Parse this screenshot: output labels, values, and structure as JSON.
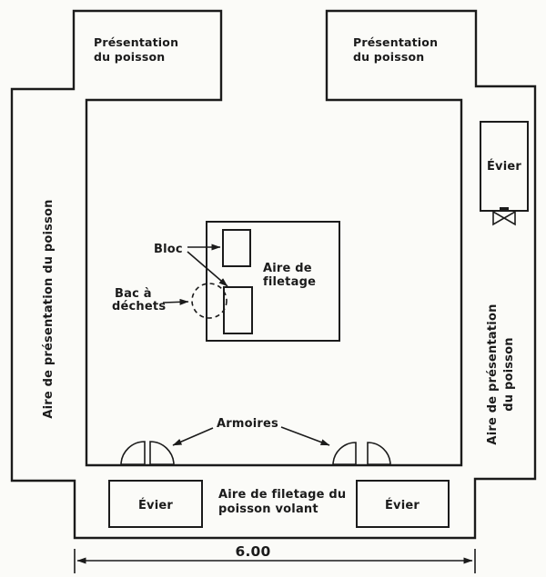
{
  "colors": {
    "ink": "#1b1b1b",
    "paper": "#fbfbf8"
  },
  "plan": {
    "top_left_display": {
      "line1": "Présentation",
      "line2": "du poisson"
    },
    "top_right_display": {
      "line1": "Présentation",
      "line2": "du poisson"
    },
    "left_corridor": {
      "label": "Aire de présentation du poisson"
    },
    "right_corridor": {
      "line1": "Aire de présentation",
      "line2": "du poisson"
    },
    "right_sink": {
      "label": "Évier"
    },
    "filleting_table": {
      "line1": "Aire de",
      "line2": "filetage"
    },
    "blocks": {
      "label": "Bloc"
    },
    "waste_bin": {
      "line1": "Bac à",
      "line2": "déchets"
    },
    "cabinets": {
      "label": "Armoires"
    },
    "bottom_left_sink": {
      "label": "Évier"
    },
    "bottom_right_sink": {
      "label": "Évier"
    },
    "bottom_area": {
      "line1": "Aire de filetage du",
      "line2": "poisson volant"
    },
    "dimension": {
      "value": "6.00"
    }
  }
}
